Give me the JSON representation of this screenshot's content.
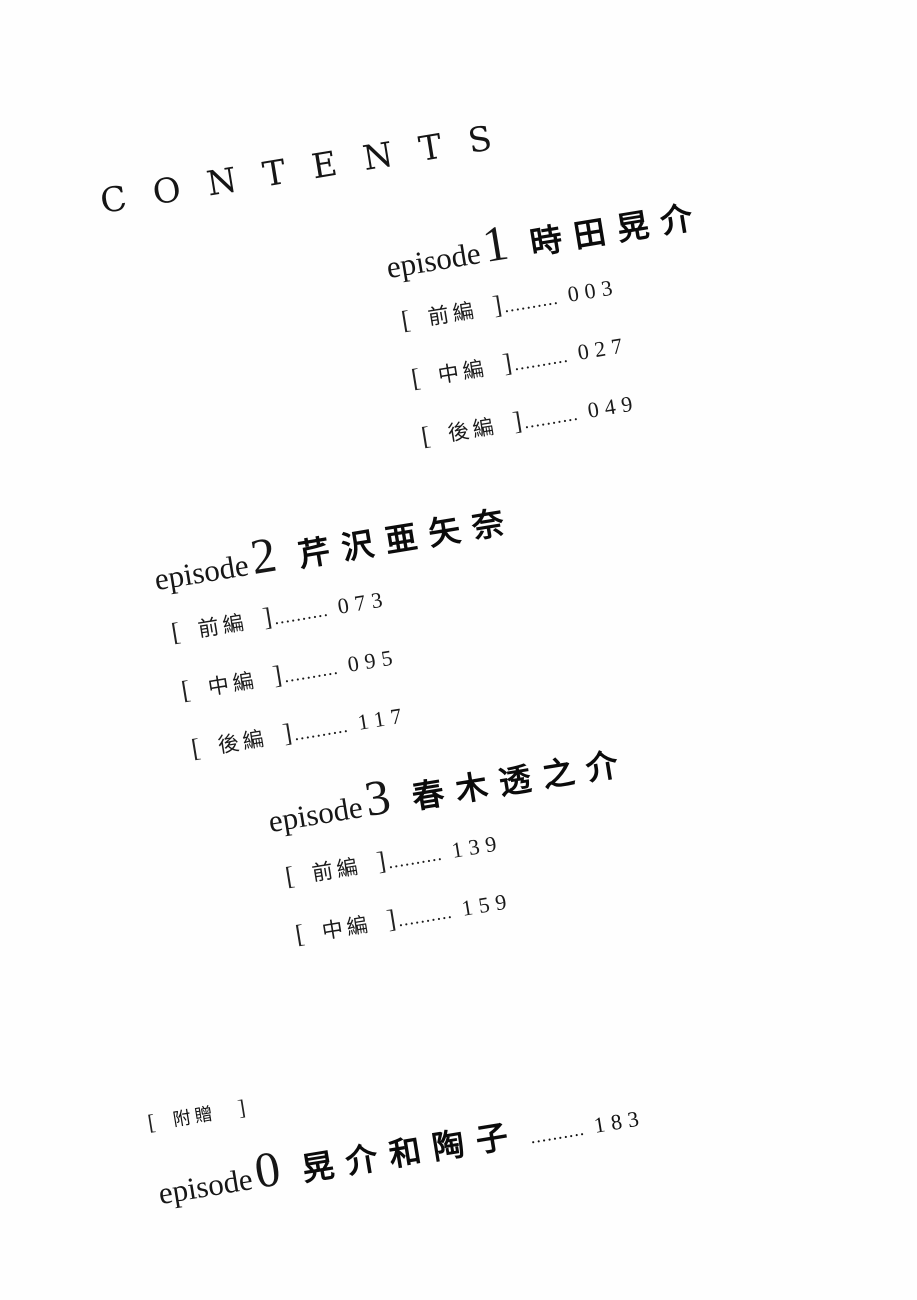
{
  "title": "CONTENTS",
  "episodes": [
    {
      "word": "episode",
      "number": "1",
      "name": "時田晃介",
      "parts": [
        {
          "label": "前編",
          "open": "[",
          "close": "]",
          "leader": "..........",
          "page": "003"
        },
        {
          "label": "中編",
          "open": "[",
          "close": "]",
          "leader": "..........",
          "page": "027"
        },
        {
          "label": "後編",
          "open": "[",
          "close": "]",
          "leader": "..........",
          "page": "049"
        }
      ]
    },
    {
      "word": "episode",
      "number": "2",
      "name": "芹沢亜矢奈",
      "parts": [
        {
          "label": "前編",
          "open": "[",
          "close": "]",
          "leader": "..........",
          "page": "073"
        },
        {
          "label": "中編",
          "open": "[",
          "close": "]",
          "leader": "..........",
          "page": "095"
        },
        {
          "label": "後編",
          "open": "[",
          "close": "]",
          "leader": "..........",
          "page": "117"
        }
      ]
    },
    {
      "word": "episode",
      "number": "3",
      "name": "春木透之介",
      "parts": [
        {
          "label": "前編",
          "open": "[",
          "close": "]",
          "leader": "..........",
          "page": "139"
        },
        {
          "label": "中編",
          "open": "[",
          "close": "]",
          "leader": "..........",
          "page": "159"
        }
      ]
    }
  ],
  "bonus": {
    "open": "[",
    "label": "附贈",
    "close": "]",
    "word": "episode",
    "number": "0",
    "name": "晃介和陶子",
    "leader": "..........",
    "page": "183"
  }
}
